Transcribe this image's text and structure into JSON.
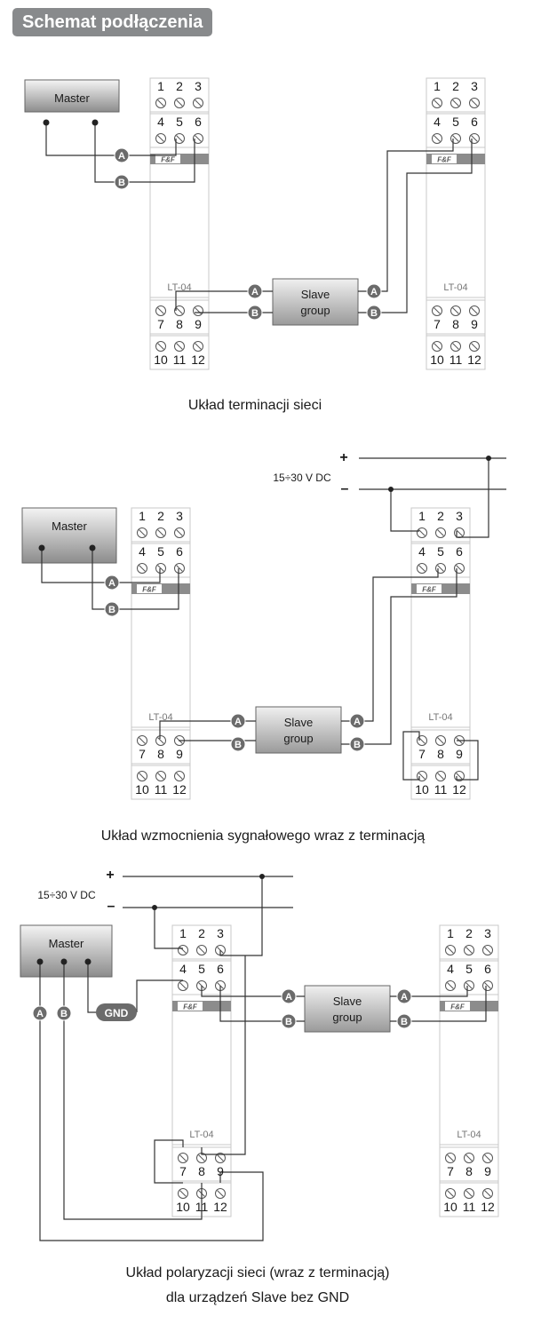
{
  "header": {
    "title": "Schemat podłączenia"
  },
  "labels": {
    "master": "Master",
    "slave_line1": "Slave",
    "slave_line2": "group",
    "model": "LT-04",
    "brand": "F&F",
    "sig_a": "A",
    "sig_b": "B",
    "gnd": "GND",
    "plus": "+",
    "minus": "–",
    "voltage": "15÷30 V DC",
    "terminals": {
      "t1": "1",
      "t2": "2",
      "t3": "3",
      "t4": "4",
      "t5": "5",
      "t6": "6",
      "t7": "7",
      "t8": "8",
      "t9": "9",
      "t10": "10",
      "t11": "11",
      "t12": "12"
    }
  },
  "captions": {
    "d1": "Układ terminacji sieci",
    "d2": "Układ wzmocnienia sygnałowego wraz z terminacją",
    "d3_line1": "Układ polaryzacji sieci (wraz z terminacją)",
    "d3_line2": "dla urządzeń Slave bez GND"
  },
  "colors": {
    "header_bg": "#888a8c",
    "wire": "#333333",
    "badge": "#6b6b6b",
    "module_border": "#c8c8c8",
    "brand_stripe": "#888888"
  }
}
